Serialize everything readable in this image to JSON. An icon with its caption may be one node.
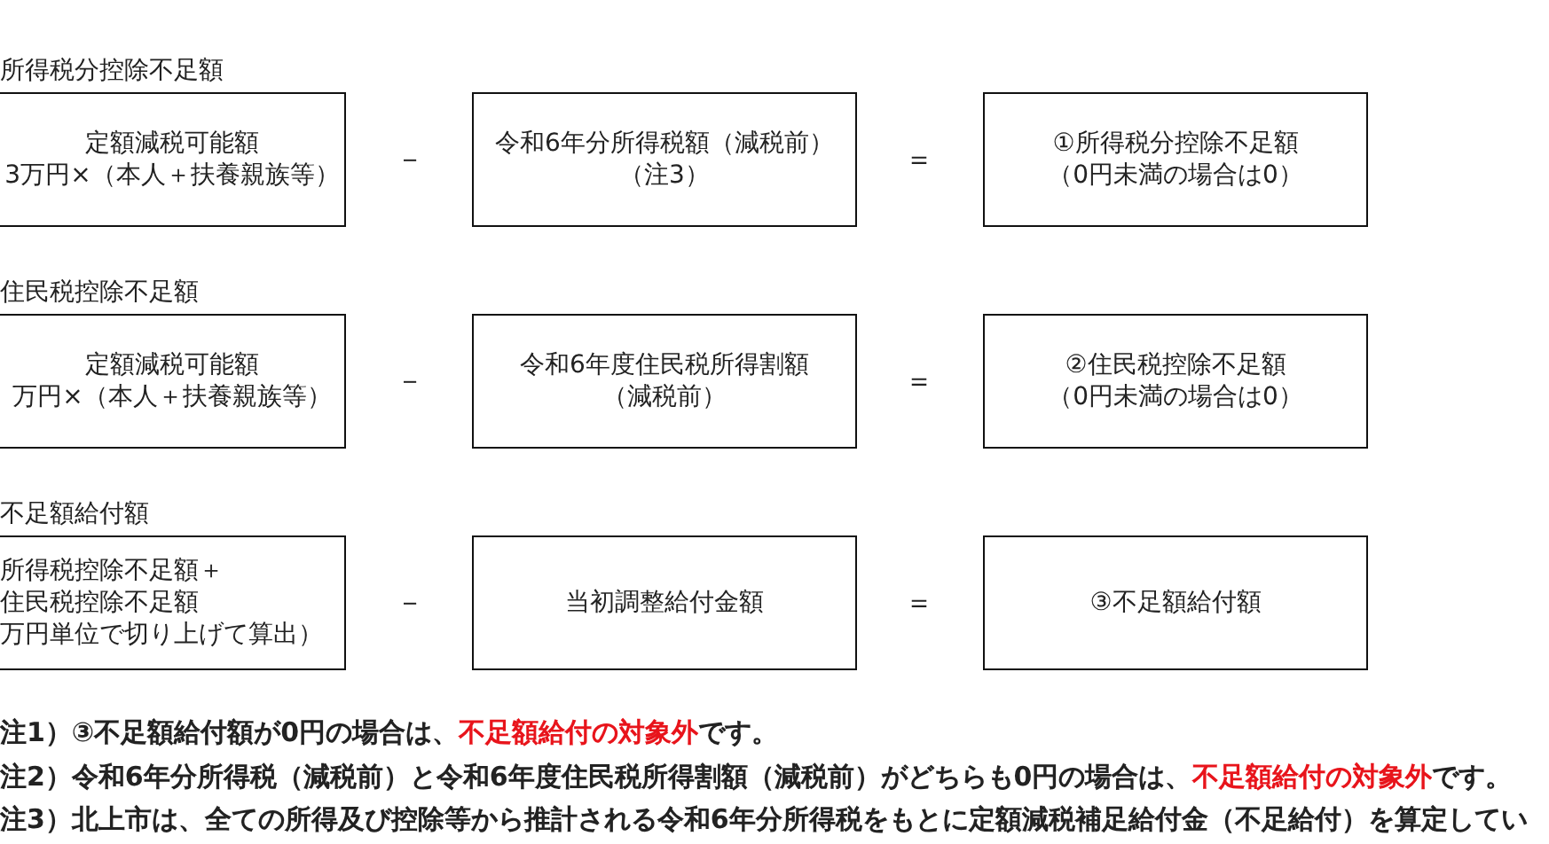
{
  "diagram": {
    "nodes": [
      {
        "text": [
          "定額減税可能額",
          "3万円×（本人＋扶養親族等）"
        ]
      },
      {
        "text": [
          "令和6年分所得税額（減税前）",
          "（注3）"
        ]
      },
      {
        "text": [
          "①所得税分控除不足額",
          "（0円未満の場合は0）"
        ]
      },
      {
        "text": [
          "定額減税可能額",
          "万円×（本人＋扶養親族等）"
        ]
      },
      {
        "text": [
          "令和6年度住民税所得割額",
          "（減税前）"
        ]
      },
      {
        "text": [
          "②住民税控除不足額",
          "（0円未満の場合は0）"
        ]
      },
      {
        "text": [
          "所得税控除不足額＋",
          "住民税控除不足額",
          "万円単位で切り上げて算出）"
        ]
      },
      {
        "text": [
          "当初調整給付金額"
        ]
      },
      {
        "text": [
          "③不足額給付額"
        ]
      }
    ],
    "labels": [
      "所得税分控除不足額",
      "－",
      "＝",
      "住民税控除不足額",
      "－",
      "＝",
      "不足額給付額",
      "－",
      "＝",
      "注1）③不足額給付額が0円の場合は、**不足額給付の対象外**です。",
      "注2）令和6年分所得税（減税前）と令和6年度住民税所得割額（減税前）がどちらも0円の場合は、**不足額給付の対象外**です。",
      "注3）北上市は、全ての所得及び控除等から推計される令和6年分所得税をもとに定額減税補足給付金（不足給付）を算定してい"
    ]
  }
}
